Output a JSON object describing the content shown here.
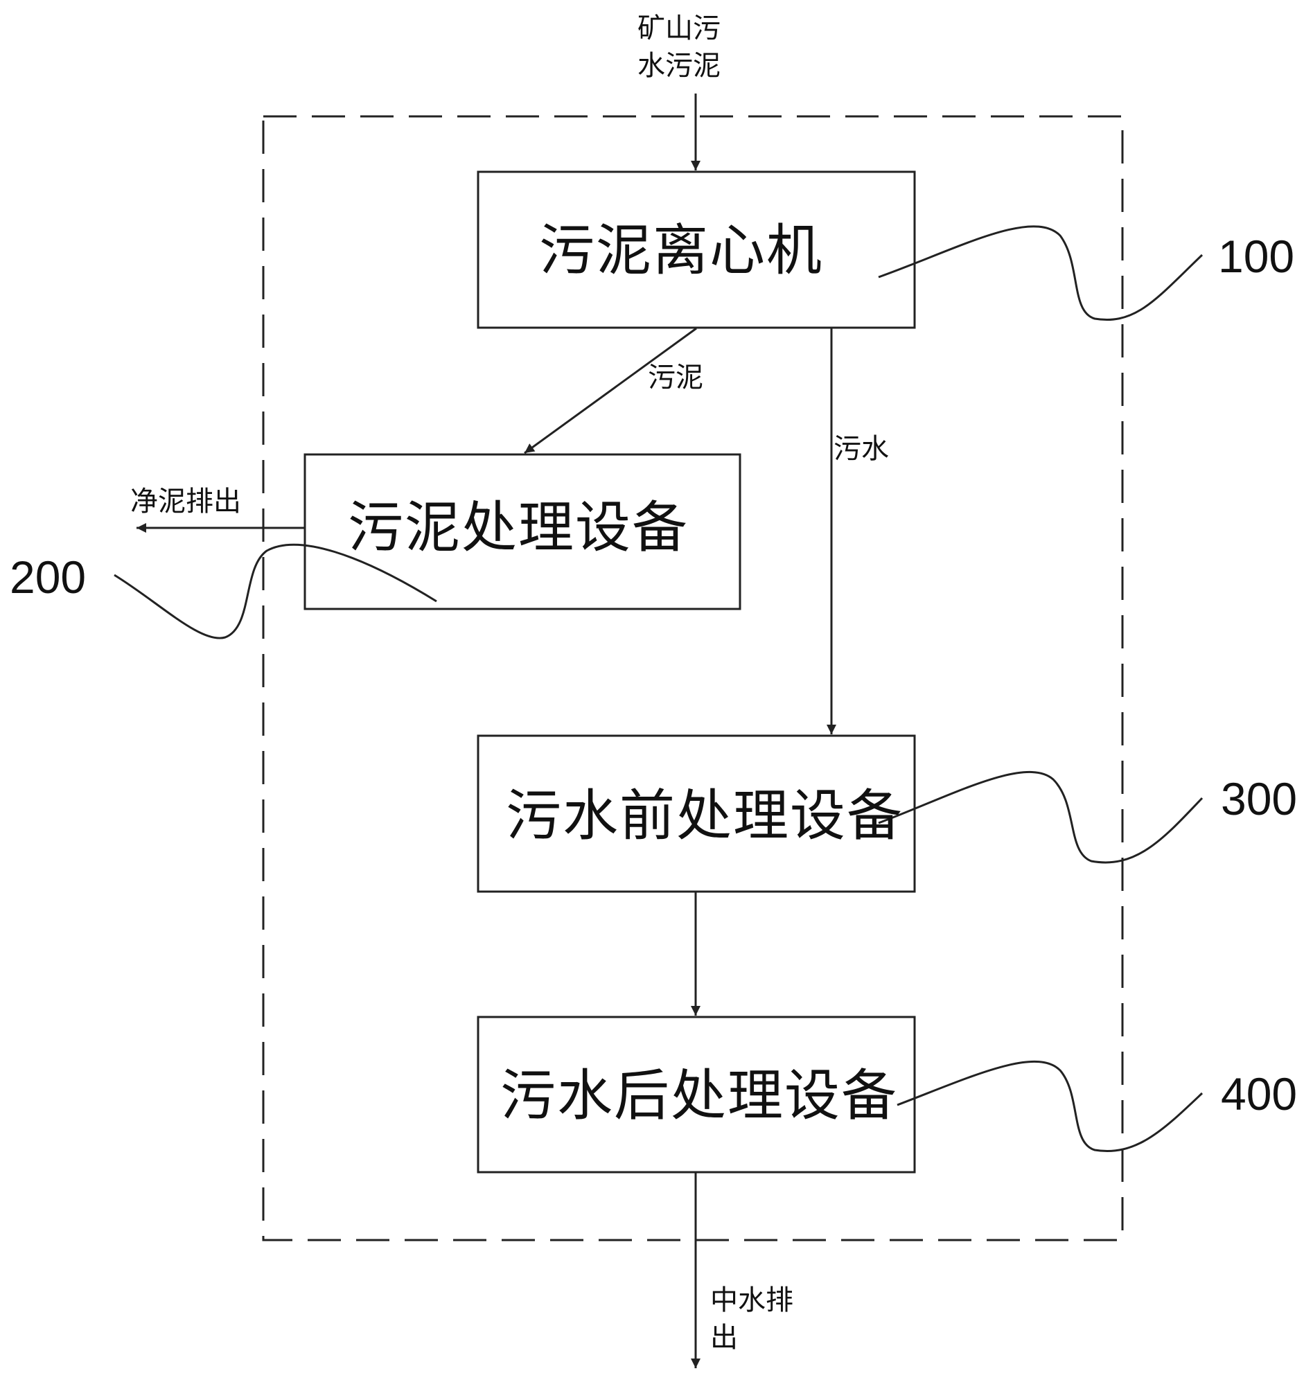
{
  "diagram": {
    "input_label_line1": "矿山污",
    "input_label_line2": "水污泥",
    "boxes": {
      "centrifuge": "污泥离心机",
      "sludge_treatment": "污泥处理设备",
      "pre_treatment": "污水前处理设备",
      "post_treatment": "污水后处理设备"
    },
    "flow_labels": {
      "sludge": "污泥",
      "wastewater": "污水",
      "clean_sludge_out": "净泥排出",
      "reclaimed_out_line1": "中水排",
      "reclaimed_out_line2": "出"
    },
    "reference_numbers": {
      "centrifuge": "100",
      "sludge_treatment": "200",
      "pre_treatment": "300",
      "post_treatment": "400"
    },
    "stroke_color": "#222222"
  }
}
